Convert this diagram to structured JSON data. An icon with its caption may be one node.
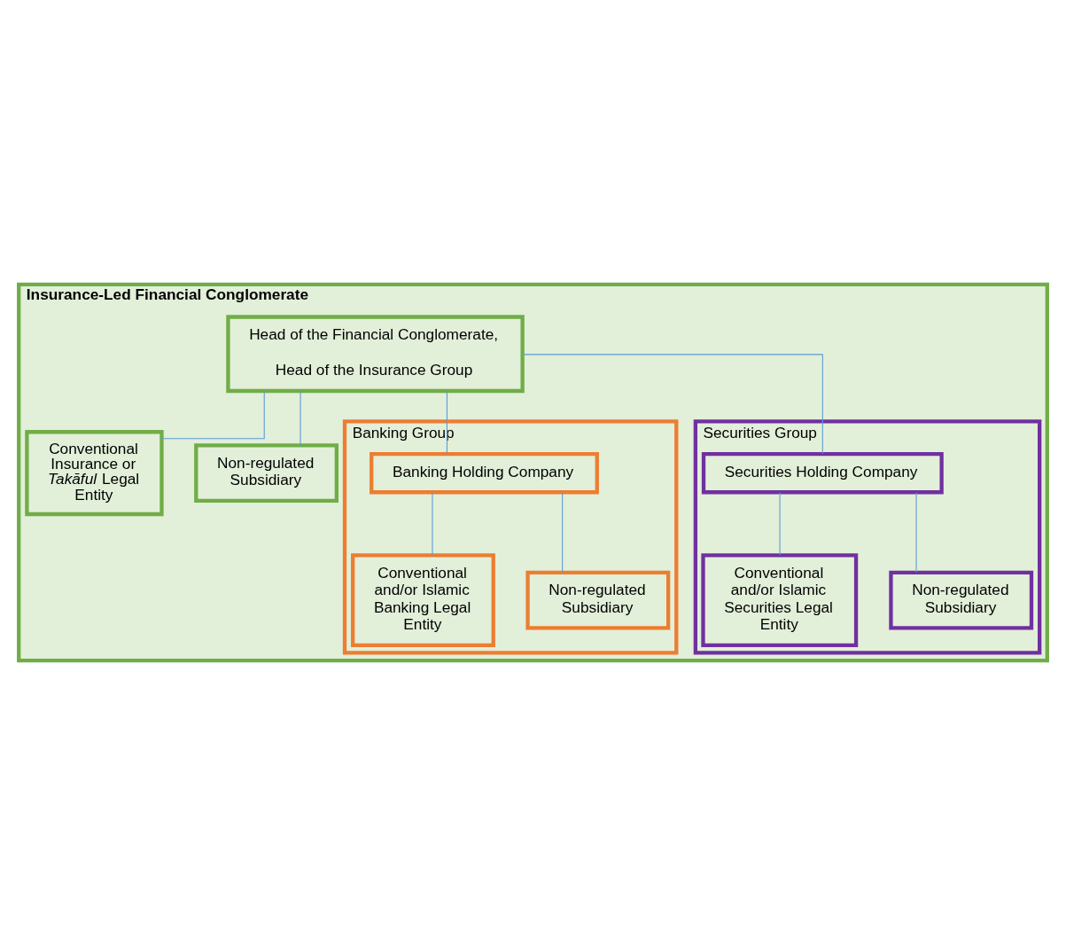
{
  "diagram": {
    "nodes": [
      {
        "text": [
          "Insurance-Led Financial Conglomerate"
        ]
      },
      {
        "text": [
          "Head of the Financial Conglomerate,",
          "Head of the Insurance Group"
        ],
        "in": 0
      },
      {
        "text": [
          "Conventional Insurance or *Takāful* Legal Entity"
        ],
        "in": 0
      },
      {
        "text": [
          "Non-regulated Subsidiary"
        ],
        "in": 0
      },
      {
        "text": [
          "Banking Group"
        ],
        "in": 0
      },
      {
        "text": [
          "Banking Holding Company"
        ],
        "in": 4
      },
      {
        "text": [
          "Conventional and/or Islamic Banking Legal Entity"
        ],
        "in": 4
      },
      {
        "text": [
          "Non-regulated Subsidiary"
        ],
        "in": 4
      },
      {
        "text": [
          "Securities Group"
        ],
        "in": 0
      },
      {
        "text": [
          "Securities Holding Company"
        ],
        "in": 8
      },
      {
        "text": [
          "Conventional and/or Islamic Securities Legal Entity"
        ],
        "in": 8
      },
      {
        "text": [
          "Non-regulated Subsidiary"
        ],
        "in": 8
      }
    ],
    "edges": [
      {
        "from": 1,
        "to": 2,
        "arrow": "none"
      },
      {
        "from": 1,
        "to": 3,
        "arrow": "none"
      },
      {
        "from": 1,
        "to": 5,
        "arrow": "none"
      },
      {
        "from": 1,
        "to": 9,
        "arrow": "none"
      },
      {
        "from": 5,
        "to": 6,
        "arrow": "none"
      },
      {
        "from": 5,
        "to": 7,
        "arrow": "none"
      },
      {
        "from": 9,
        "to": 10,
        "arrow": "none"
      },
      {
        "from": 9,
        "to": 11,
        "arrow": "none"
      }
    ]
  }
}
